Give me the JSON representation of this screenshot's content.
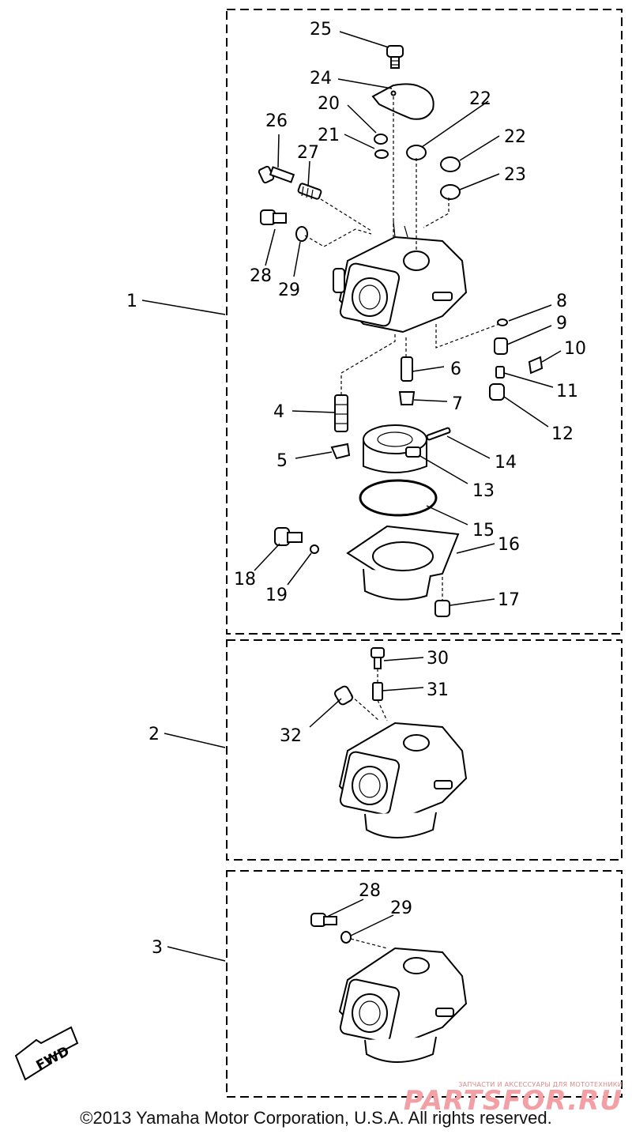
{
  "diagram": {
    "callouts": [
      {
        "id": "1",
        "text": "1"
      },
      {
        "id": "2",
        "text": "2"
      },
      {
        "id": "3",
        "text": "3"
      },
      {
        "id": "4",
        "text": "4"
      },
      {
        "id": "5",
        "text": "5"
      },
      {
        "id": "6",
        "text": "6"
      },
      {
        "id": "7",
        "text": "7"
      },
      {
        "id": "8",
        "text": "8"
      },
      {
        "id": "9",
        "text": "9"
      },
      {
        "id": "10",
        "text": "10"
      },
      {
        "id": "11",
        "text": "11"
      },
      {
        "id": "12",
        "text": "12"
      },
      {
        "id": "13",
        "text": "13"
      },
      {
        "id": "14",
        "text": "14"
      },
      {
        "id": "15",
        "text": "15"
      },
      {
        "id": "16",
        "text": "16"
      },
      {
        "id": "17",
        "text": "17"
      },
      {
        "id": "18",
        "text": "18"
      },
      {
        "id": "19",
        "text": "19"
      },
      {
        "id": "20",
        "text": "20"
      },
      {
        "id": "21",
        "text": "21"
      },
      {
        "id": "22a",
        "text": "22"
      },
      {
        "id": "22b",
        "text": "22"
      },
      {
        "id": "23",
        "text": "23"
      },
      {
        "id": "24",
        "text": "24"
      },
      {
        "id": "25",
        "text": "25"
      },
      {
        "id": "26",
        "text": "26"
      },
      {
        "id": "27",
        "text": "27"
      },
      {
        "id": "28a",
        "text": "28"
      },
      {
        "id": "29a",
        "text": "29"
      },
      {
        "id": "30",
        "text": "30"
      },
      {
        "id": "31",
        "text": "31"
      },
      {
        "id": "32",
        "text": "32"
      },
      {
        "id": "28b",
        "text": "28"
      },
      {
        "id": "29b",
        "text": "29"
      }
    ],
    "fwd_label": "FWD",
    "copyright": "©2013 Yamaha Motor Corporation, U.S.A. All rights reserved.",
    "watermark": {
      "tagline": "ЗАПЧАСТИ И АКСЕССУАРЫ ДЛЯ МОТОТЕХНИКИ",
      "brand": "PARTSFOR.RU"
    }
  }
}
